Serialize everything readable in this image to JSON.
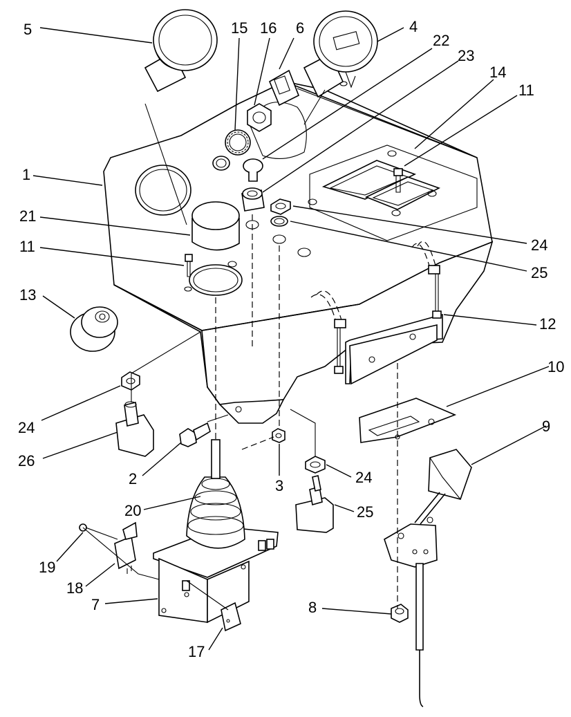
{
  "callouts": [
    {
      "id": "c5",
      "label": "5"
    },
    {
      "id": "c15",
      "label": "15"
    },
    {
      "id": "c16",
      "label": "16"
    },
    {
      "id": "c6",
      "label": "6"
    },
    {
      "id": "c4",
      "label": "4"
    },
    {
      "id": "c22",
      "label": "22"
    },
    {
      "id": "c23",
      "label": "23"
    },
    {
      "id": "c14",
      "label": "14"
    },
    {
      "id": "c11a",
      "label": "11"
    },
    {
      "id": "c1",
      "label": "1"
    },
    {
      "id": "c21",
      "label": "21"
    },
    {
      "id": "c11b",
      "label": "11"
    },
    {
      "id": "c24a",
      "label": "24"
    },
    {
      "id": "c25a",
      "label": "25"
    },
    {
      "id": "c13",
      "label": "13"
    },
    {
      "id": "c12",
      "label": "12"
    },
    {
      "id": "c10",
      "label": "10"
    },
    {
      "id": "c24b",
      "label": "24"
    },
    {
      "id": "c26",
      "label": "26"
    },
    {
      "id": "c9",
      "label": "9"
    },
    {
      "id": "c2",
      "label": "2"
    },
    {
      "id": "c3",
      "label": "3"
    },
    {
      "id": "c24c",
      "label": "24"
    },
    {
      "id": "c20",
      "label": "20"
    },
    {
      "id": "c25b",
      "label": "25"
    },
    {
      "id": "c19",
      "label": "19"
    },
    {
      "id": "c18",
      "label": "18"
    },
    {
      "id": "c7",
      "label": "7"
    },
    {
      "id": "c8",
      "label": "8"
    },
    {
      "id": "c17",
      "label": "17"
    }
  ]
}
